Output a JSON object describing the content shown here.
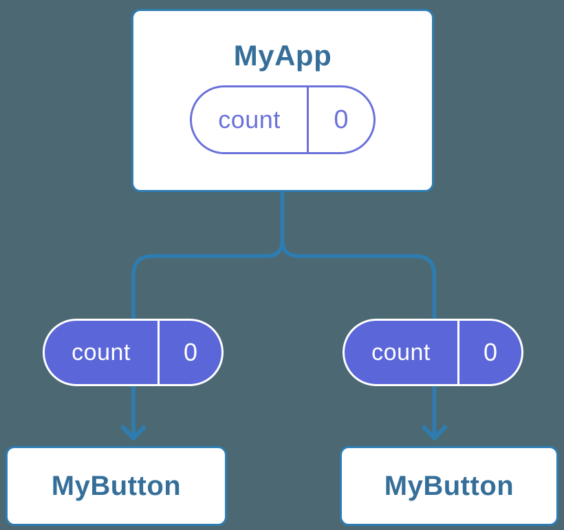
{
  "colors": {
    "background": "#4c6973",
    "connector_blue": "#2e7db2",
    "label_blue": "#356f99",
    "pill_purple": "#5b66d8",
    "pill_outline_purple": "#6a71da",
    "node_background": "#ffffff"
  },
  "root_node": {
    "title": "MyApp",
    "state_pill": {
      "name": "count",
      "value": "0"
    }
  },
  "child_nodes": [
    {
      "title": "MyButton",
      "prop_pill": {
        "name": "count",
        "value": "0"
      }
    },
    {
      "title": "MyButton",
      "prop_pill": {
        "name": "count",
        "value": "0"
      }
    }
  ]
}
